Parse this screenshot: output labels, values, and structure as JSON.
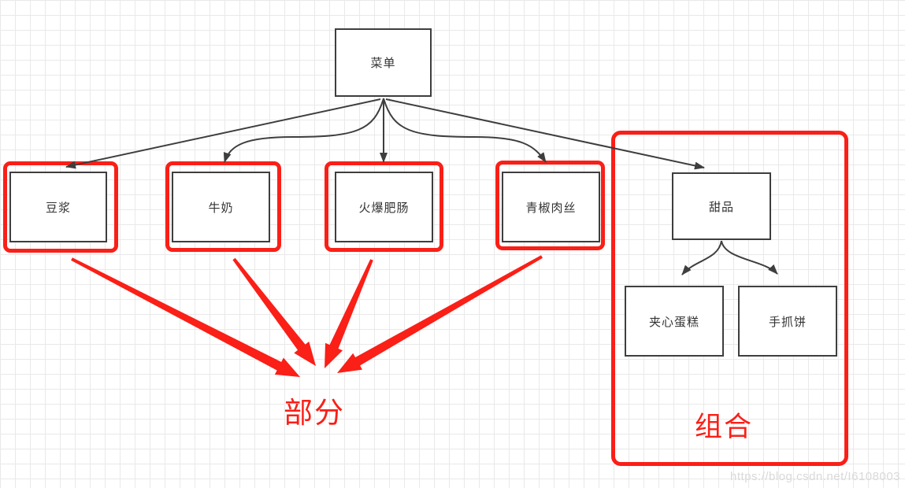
{
  "diagram": {
    "root": {
      "label": "菜单"
    },
    "part_nodes": [
      {
        "label": "豆浆"
      },
      {
        "label": "牛奶"
      },
      {
        "label": "火爆肥肠"
      },
      {
        "label": "青椒肉丝"
      }
    ],
    "dessert": {
      "label": "甜品"
    },
    "dessert_children": [
      {
        "label": "夹心蛋糕"
      },
      {
        "label": "手抓饼"
      }
    ],
    "annotations": {
      "part_label": "部分",
      "group_label": "组合"
    },
    "colors": {
      "highlight_red": "#fa1f17",
      "line_dark": "#3e3e3e",
      "grid_gray": "#e9e9e9"
    },
    "watermark": "https://blog.csdn.net/I6108003"
  }
}
